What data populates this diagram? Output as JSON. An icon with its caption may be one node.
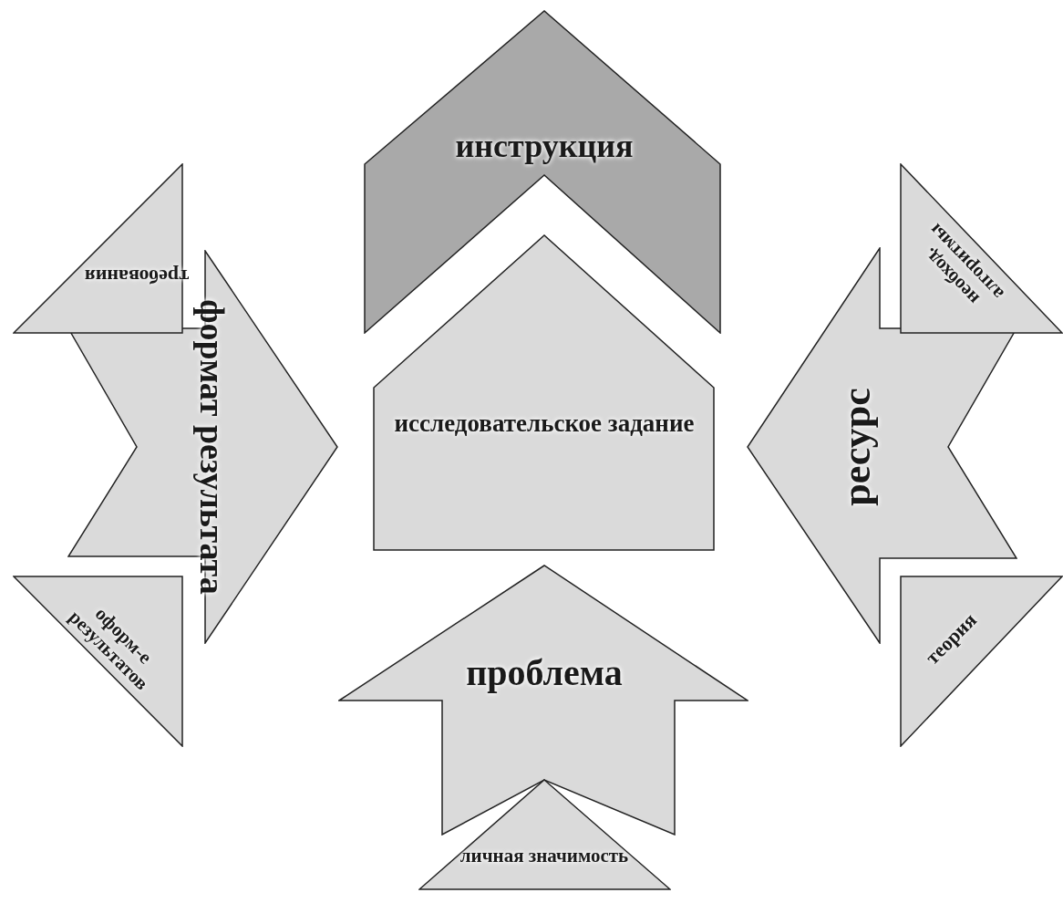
{
  "diagram": {
    "nodes": [
      {
        "text": [
          "инструкция"
        ]
      },
      {
        "text": [
          "исследовательское задание"
        ]
      },
      {
        "text": [
          "формат результата"
        ]
      },
      {
        "text": [
          "требования"
        ]
      },
      {
        "text": [
          "оформ-е результатов"
        ]
      },
      {
        "text": [
          "ресурс"
        ]
      },
      {
        "text": [
          "необход. алгоритмы"
        ]
      },
      {
        "text": [
          "теория"
        ]
      },
      {
        "text": [
          "проблема"
        ]
      },
      {
        "text": [
          "личная значимость"
        ]
      }
    ]
  }
}
